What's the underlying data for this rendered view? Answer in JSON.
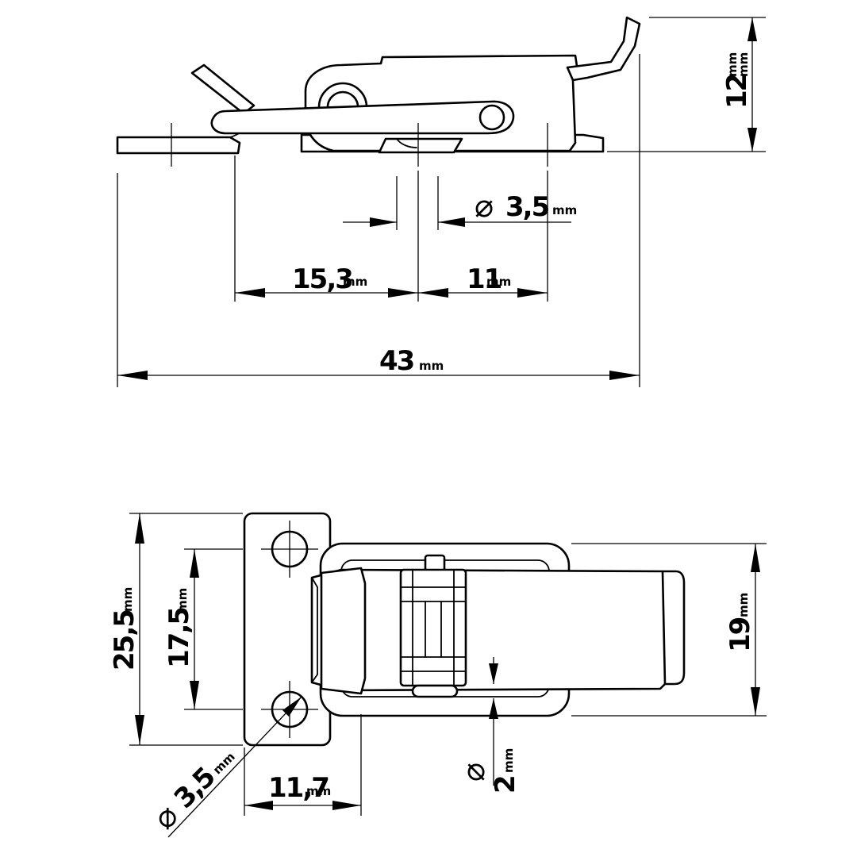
{
  "units": "mm",
  "diameter_symbol": "⌀",
  "side_view": {
    "height": "12",
    "hole_diameter": "3,5",
    "hole_to_center": "15,3",
    "center_to_hole": "11",
    "overall_length": "43"
  },
  "top_view": {
    "plate_height": "25,5",
    "hole_spacing": "17,5",
    "body_width": "19",
    "hole_diameter": "3,5",
    "plate_width": "11,7",
    "pin_diameter": "2"
  }
}
